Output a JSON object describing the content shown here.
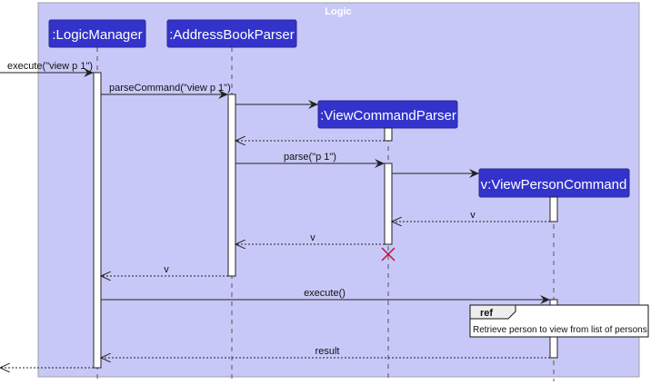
{
  "frame": {
    "title": "Logic",
    "fill": "#C8C8F8"
  },
  "participants": [
    {
      "name": ":LogicManager"
    },
    {
      "name": ":AddressBookParser"
    },
    {
      "name": ":ViewCommandParser"
    },
    {
      "name": "v:ViewPersonCommand"
    }
  ],
  "messages": [
    {
      "label": "execute(\"view p 1\")"
    },
    {
      "label": "parseCommand(\"view p 1\")"
    },
    {
      "label": "parse(\"p 1\")"
    },
    {
      "label": "v"
    },
    {
      "label": "v"
    },
    {
      "label": "v"
    },
    {
      "label": "execute()"
    },
    {
      "label": "result"
    }
  ],
  "ref": {
    "tag": "ref",
    "text": "Retrieve person to view from list of persons"
  },
  "colors": {
    "participant": "#3333CC",
    "destroy": "#C0103A"
  }
}
